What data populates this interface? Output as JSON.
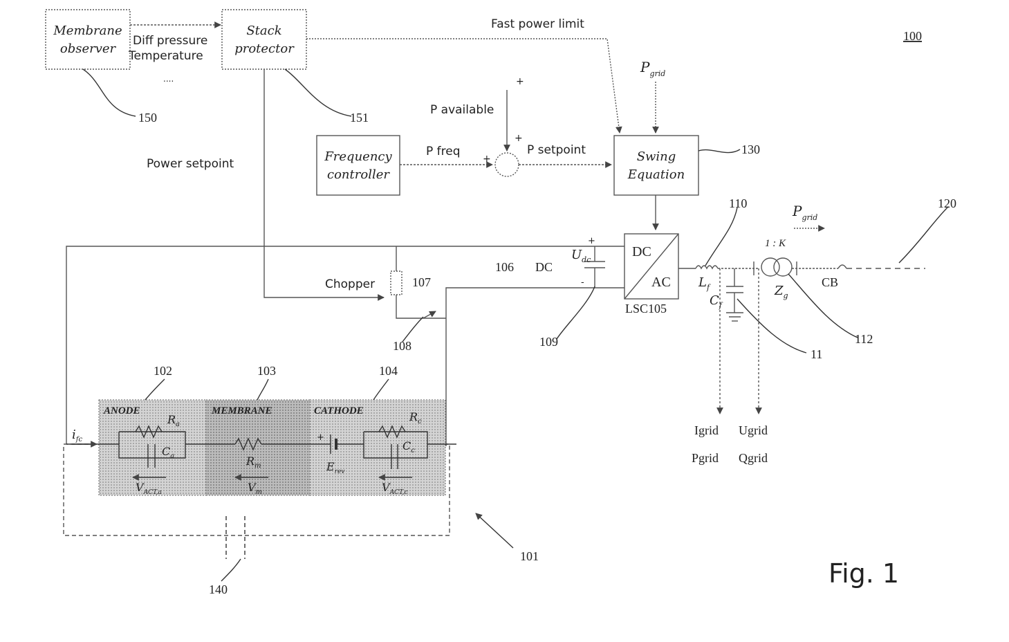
{
  "figure_number": "100",
  "figure_caption": "Fig. 1",
  "blocks": {
    "membrane_observer": [
      "Membrane",
      "observer"
    ],
    "stack_protector": [
      "Stack",
      "protector"
    ],
    "frequency_controller": [
      "Frequency",
      "controller"
    ],
    "swing_equation": [
      "Swing",
      "Equation"
    ],
    "converter_dc": "DC",
    "converter_ac": "AC",
    "converter_label": "LSC105"
  },
  "signals": {
    "diff_pressure": "Diff pressure",
    "temperature": "Temperature",
    "ellipsis": "....",
    "fast_power_limit": "Fast power limit",
    "power_setpoint": "Power setpoint",
    "p_available": "P available",
    "p_freq": "P freq",
    "p_setpoint": "P setpoint",
    "p_grid_main": "P",
    "p_grid_sub": "grid",
    "plus": "+",
    "minus": "-"
  },
  "refs": {
    "r150": "150",
    "r151": "151",
    "r130": "130",
    "r110": "110",
    "r120": "120",
    "r106": "106",
    "dc": "DC",
    "r107": "107",
    "r108": "108",
    "r109": "109",
    "r111": "11",
    "r112": "112",
    "r102": "102",
    "r103": "103",
    "r104": "104",
    "r101": "101",
    "r140": "140"
  },
  "circuit": {
    "chopper": "Chopper",
    "udc_main": "U",
    "udc_sub": "dc",
    "lf_main": "L",
    "lf_sub": "f",
    "cf_main": "C",
    "cf_sub": "f",
    "ratio": "1 : K",
    "zg_main": "Z",
    "zg_sub": "g",
    "cb": "CB",
    "ifc_main": "i",
    "ifc_sub": "fc",
    "anode": "ANODE",
    "membrane": "MEMBRANE",
    "cathode": "CATHODE",
    "ra_main": "R",
    "ra_sub": "a",
    "ca_main": "C",
    "ca_sub": "a",
    "rm_main": "R",
    "rm_sub": "m",
    "vm_main": "V",
    "vm_sub": "m",
    "va_main": "V",
    "va_sub": "ACT,a",
    "rc_main": "R",
    "rc_sub": "c",
    "cc_main": "C",
    "cc_sub": "c",
    "erev_main": "E",
    "erev_sub": "rev",
    "vc_main": "V",
    "vc_sub": "ACT,c"
  },
  "outputs": {
    "igrid": "Igrid",
    "ugrid": "Ugrid",
    "pgrid": "Pgrid",
    "qgrid": "Qgrid"
  },
  "colors": {
    "line": "#555555",
    "box_border": "#333333",
    "zone_fill_light": "#d6d6d6",
    "zone_fill_dark": "#bdbdbd"
  }
}
